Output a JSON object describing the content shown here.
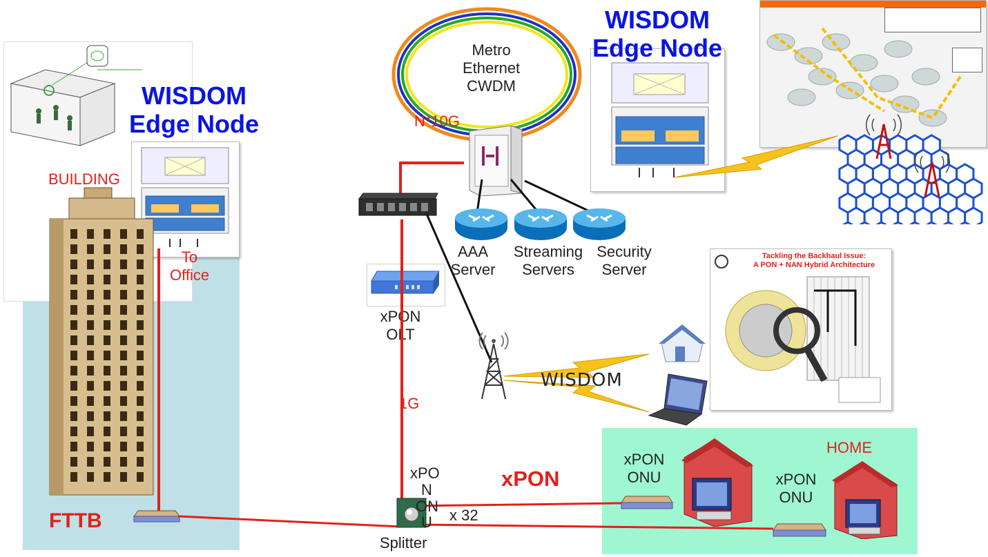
{
  "wisdom_edge_node_right": {
    "line1": "WISDOM",
    "line2": "Edge Node"
  },
  "wisdom_edge_node_left": {
    "line1": "WISDOM",
    "line2": "Edge Node"
  },
  "metro_ring": {
    "line1": "Metro",
    "line2": "Ethernet",
    "line3": "CWDM"
  },
  "link_n10g": "N*10G",
  "building_label": "BUILDING",
  "office_label": {
    "line1": "To",
    "line2": "Office"
  },
  "fttb_label": "FTTB",
  "servers": [
    {
      "line1": "AAA",
      "line2": "Server"
    },
    {
      "line1": "Streaming",
      "line2": "Servers"
    },
    {
      "line1": "Security",
      "line2": "Server"
    }
  ],
  "olt_label": {
    "line1": "xPON",
    "line2": "OLT"
  },
  "link_1g": "1G",
  "wisdom_wireless": "WISDOM",
  "splitter": {
    "label": "Splitter",
    "onu_line1": "xPO",
    "onu_line2": "N",
    "onu_line3": "ON",
    "onu_line4": "U",
    "count": "x 32"
  },
  "xpon_title": "xPON",
  "home_label": "HOME",
  "onu_home": [
    {
      "line1": "xPON",
      "line2": "ONU"
    },
    {
      "line1": "xPON",
      "line2": "ONU"
    }
  ],
  "backhaul_panel": {
    "title_line1": "Tackling the Backhaul Issue:",
    "title_line2": "A PON + NAN Hybrid Architecture"
  },
  "colors": {
    "red_link": "#e3201b",
    "title_blue": "#0a14e0",
    "building_bg": "#bfe0e6",
    "home_bg": "#9ff7d2"
  }
}
